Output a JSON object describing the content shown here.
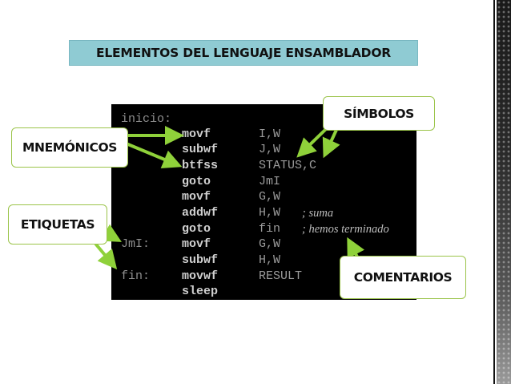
{
  "slide": {
    "title": "ELEMENTOS DEL LENGUAJE ENSAMBLADOR",
    "title_bg": "#8fcbd3",
    "accent": "#9bc44a"
  },
  "code": {
    "lines": [
      {
        "label": "inicio:",
        "mnemonic": "",
        "operand": "",
        "comment": ""
      },
      {
        "label": "",
        "mnemonic": "movf",
        "operand": "I,W",
        "comment": ""
      },
      {
        "label": "",
        "mnemonic": "subwf",
        "operand": "J,W",
        "comment": ""
      },
      {
        "label": "",
        "mnemonic": "btfss",
        "operand": "STATUS,C",
        "comment": ""
      },
      {
        "label": "",
        "mnemonic": "goto",
        "operand": "JmI",
        "comment": ""
      },
      {
        "label": "",
        "mnemonic": "movf",
        "operand": "G,W",
        "comment": ""
      },
      {
        "label": "",
        "mnemonic": "addwf",
        "operand": "H,W",
        "comment": "; suma"
      },
      {
        "label": "",
        "mnemonic": "goto",
        "operand": "fin",
        "comment": "; hemos terminado"
      },
      {
        "label": "JmI:",
        "mnemonic": "movf",
        "operand": "G,W",
        "comment": ""
      },
      {
        "label": "",
        "mnemonic": "subwf",
        "operand": "H,W",
        "comment": ""
      },
      {
        "label": "fin:",
        "mnemonic": "movwf",
        "operand": "RESULT",
        "comment": ""
      },
      {
        "label": "",
        "mnemonic": "sleep",
        "operand": "",
        "comment": ""
      }
    ]
  },
  "callouts": {
    "simbolos": "SÍMBOLOS",
    "mnemonicos": "MNEMÓNICOS",
    "etiquetas": "ETIQUETAS",
    "comentarios": "COMENTARIOS"
  }
}
